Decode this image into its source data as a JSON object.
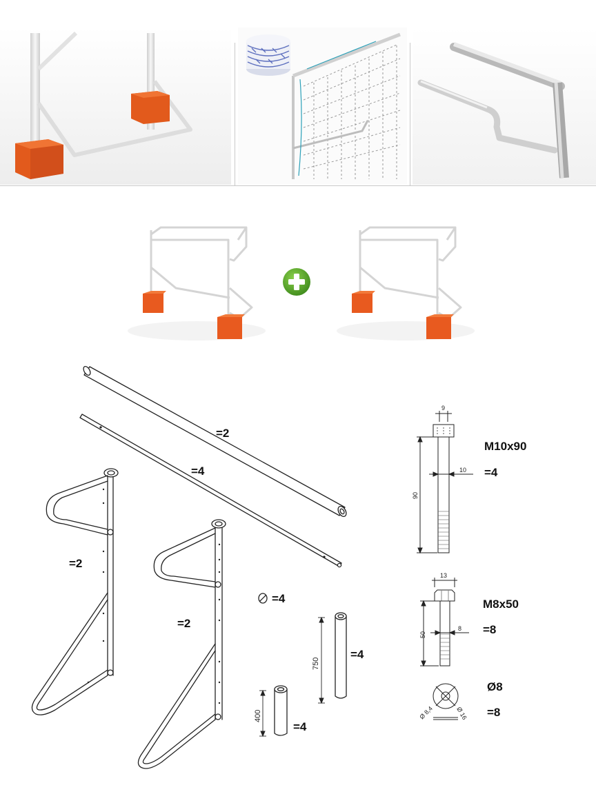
{
  "photos": [
    {
      "name": "goal-base-photo"
    },
    {
      "name": "net-rope-photo"
    },
    {
      "name": "frame-corner-photo"
    }
  ],
  "plus_icon": "plus-icon",
  "parts": {
    "crossbar_qty": "=2",
    "bar_qty": "=4",
    "left_frame_qty": "=2",
    "right_frame_qty": "=2",
    "cap_qty": "=4",
    "sleeve_750_len": "750",
    "sleeve_750_qty": "=4",
    "sleeve_400_len": "400",
    "sleeve_400_qty": "=4"
  },
  "hardware": {
    "bolt1": {
      "name": "M10x90",
      "qty": "=4",
      "length": "90",
      "diameter": "10",
      "head": "9"
    },
    "bolt2": {
      "name": "M8x50",
      "qty": "=8",
      "length": "50",
      "diameter": "8",
      "head": "13"
    },
    "washer": {
      "name": "Ø8",
      "qty": "=8",
      "inner": "Ø 8,4",
      "outer": "Ø 16"
    }
  },
  "colors": {
    "block": "#e8561e",
    "frame": "#e6e6e6",
    "plus": "#5aa82a",
    "line": "#222222"
  }
}
